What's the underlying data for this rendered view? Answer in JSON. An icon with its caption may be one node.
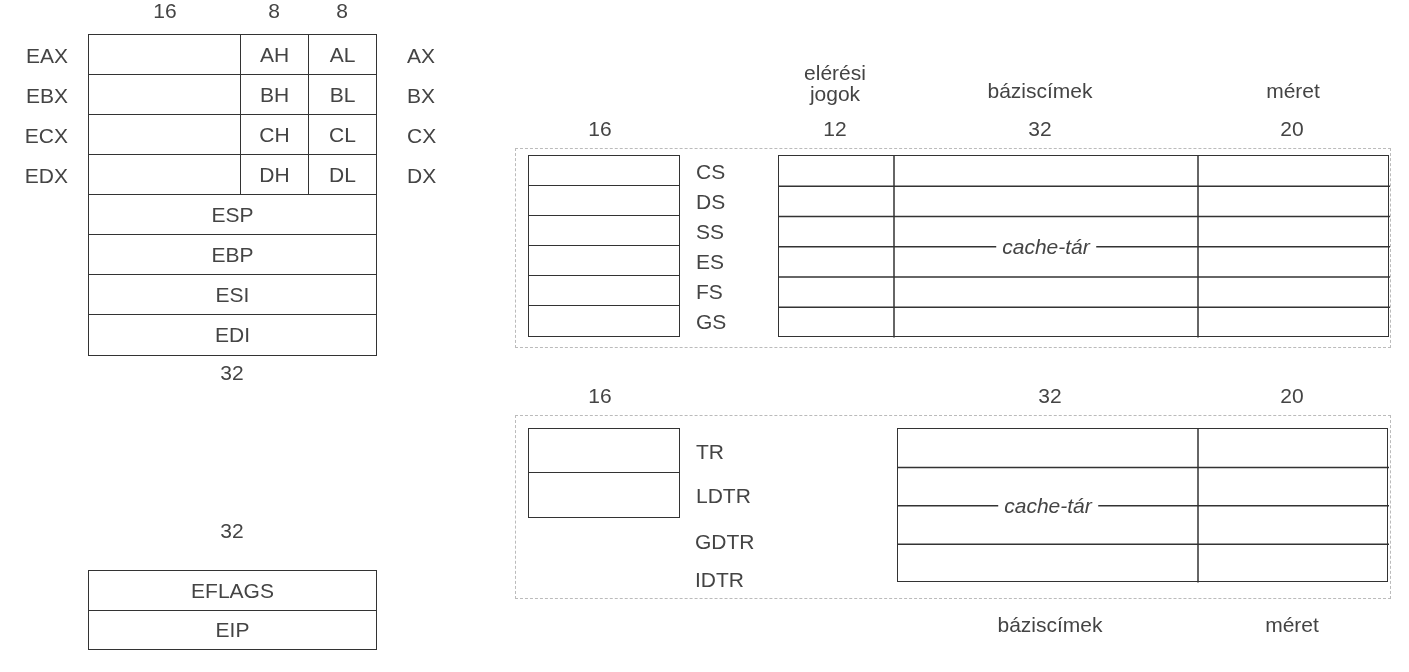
{
  "diagram": {
    "nodes": [
      {
        "text": [],
        "shape": "box",
        "beside": [
          "EAX"
        ]
      },
      {
        "text": [
          "AH"
        ]
      },
      {
        "text": [
          "AL"
        ],
        "beside": [
          "AX"
        ]
      },
      {
        "text": [],
        "shape": "box",
        "beside": [
          "EBX"
        ]
      },
      {
        "text": [
          "BH"
        ]
      },
      {
        "text": [
          "BL"
        ],
        "beside": [
          "BX"
        ]
      },
      {
        "text": [],
        "shape": "box",
        "beside": [
          "ECX"
        ]
      },
      {
        "text": [
          "CH"
        ]
      },
      {
        "text": [
          "CL"
        ],
        "beside": [
          "CX"
        ]
      },
      {
        "text": [],
        "shape": "box",
        "beside": [
          "EDX"
        ]
      },
      {
        "text": [
          "DH"
        ]
      },
      {
        "text": [
          "DL"
        ],
        "beside": [
          "DX"
        ]
      },
      {
        "text": [
          "ESP"
        ]
      },
      {
        "text": [
          "EBP"
        ]
      },
      {
        "text": [
          "ESI"
        ]
      },
      {
        "text": [
          "EDI"
        ]
      },
      {
        "text": [],
        "shape": "box",
        "beside": [
          "CS"
        ]
      },
      {
        "text": [],
        "shape": "box",
        "beside": [
          "DS"
        ]
      },
      {
        "text": [],
        "shape": "box",
        "beside": [
          "SS"
        ]
      },
      {
        "text": [],
        "shape": "box",
        "beside": [
          "ES"
        ]
      },
      {
        "text": [],
        "shape": "box",
        "beside": [
          "FS"
        ]
      },
      {
        "text": [],
        "shape": "box",
        "beside": [
          "GS"
        ]
      },
      {
        "text": [
          "cache-tár"
        ]
      },
      {
        "text": [],
        "shape": "box",
        "beside": [
          "TR"
        ]
      },
      {
        "text": [],
        "shape": "box",
        "beside": [
          "LDTR"
        ]
      },
      {
        "text": [
          "cache-tár"
        ]
      },
      {
        "text": [
          "EFLAGS"
        ]
      },
      {
        "text": [
          "EIP"
        ]
      }
    ],
    "labels": [
      "16",
      "8",
      "8",
      "32",
      "elérési jogok",
      "báziscímek",
      "méret",
      "16",
      "12",
      "32",
      "20",
      "16",
      "32",
      "20",
      "GDTR",
      "IDTR",
      "32",
      "báziscímek",
      "méret"
    ]
  }
}
